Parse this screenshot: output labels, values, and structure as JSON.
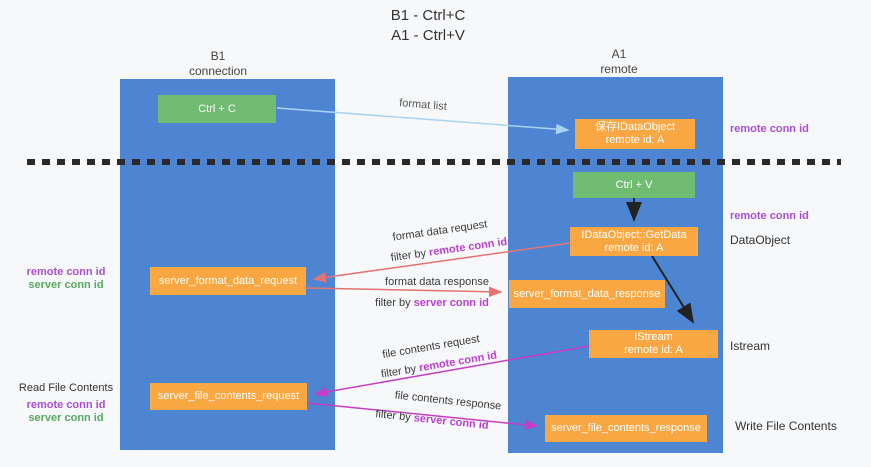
{
  "title": {
    "line1": "B1 - Ctrl+C",
    "line2": "A1 - Ctrl+V"
  },
  "lanes": {
    "left": {
      "name": "B1",
      "subtitle": "connection"
    },
    "right": {
      "name": "A1",
      "subtitle": "remote"
    }
  },
  "boxes": {
    "ctrl_c": {
      "label": "Ctrl + C"
    },
    "save_idataobject": {
      "line1": "保存IDataObject",
      "line2": "remote id: A"
    },
    "ctrl_v": {
      "label": "Ctrl + V"
    },
    "getdata": {
      "line1": "IDataObject::GetData",
      "line2": "remote id: A"
    },
    "format_request": {
      "label": "server_format_data_request"
    },
    "format_response": {
      "label": "server_format_data_response"
    },
    "istream": {
      "line1": "IStream",
      "line2": "remote id: A"
    },
    "file_request": {
      "label": "server_file_contents_request"
    },
    "file_response": {
      "label": "server_file_contents_response"
    }
  },
  "side_labels": {
    "remote_conn_top": "remote conn id",
    "remote_conn_mid": "remote conn id",
    "dataobject": "DataObject",
    "istream": "Istream",
    "write_file": "Write File Contents",
    "read_file": "Read File Contents",
    "left_mid": {
      "remote": "remote conn id",
      "server": "server conn id"
    },
    "left_bottom": {
      "remote": "remote conn id",
      "server": "server conn id"
    }
  },
  "arrow_labels": {
    "format_list": "format list",
    "format_request": "format data request",
    "format_request_filter": {
      "prefix": "filter by ",
      "highlight": "remote conn id"
    },
    "format_response": "format data response",
    "format_response_filter": {
      "prefix": "filter by ",
      "highlight": "server conn id"
    },
    "file_request": "file contents request",
    "file_request_filter": {
      "prefix": "filter by ",
      "highlight": "remote conn id"
    },
    "file_response": "file contents response",
    "file_response_filter": {
      "prefix": "filter by ",
      "highlight": "server conn id"
    }
  },
  "colors": {
    "lane_blue": "#4d85d3",
    "box_orange": "#f8a743",
    "box_green": "#70bd71",
    "arrow_lightblue": "#a9d3f1",
    "arrow_salmon": "#e57373",
    "arrow_magenta": "#c53ec5",
    "arrow_black": "#222222",
    "text_purple": "#a94fd1",
    "text_green": "#58aa60",
    "divider_black": "#2a2a2a"
  }
}
